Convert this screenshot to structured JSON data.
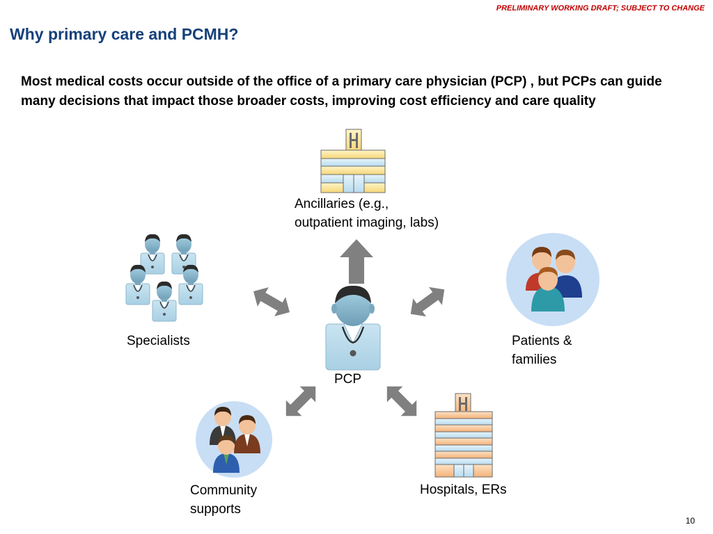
{
  "header": {
    "draft_notice": "PRELIMINARY WORKING DRAFT; SUBJECT TO CHANGE",
    "title": "Why primary care and PCMH?"
  },
  "subtitle": "Most medical costs occur outside of the office of a primary care physician (PCP) , but PCPs can guide many decisions that impact those broader costs, improving cost efficiency and care quality",
  "diagram": {
    "center": {
      "label": "PCP",
      "icon": "doctor-icon"
    },
    "nodes": [
      {
        "id": "ancillaries",
        "label_line1": "Ancillaries (e.g.,",
        "label_line2": "outpatient imaging, labs)",
        "icon": "building-icon"
      },
      {
        "id": "specialists",
        "label": "Specialists",
        "icon": "specialists-group-icon"
      },
      {
        "id": "patients",
        "label_line1": "Patients &",
        "label_line2": "families",
        "icon": "patients-family-icon"
      },
      {
        "id": "community",
        "label_line1": "Community",
        "label_line2": "supports",
        "icon": "community-group-icon"
      },
      {
        "id": "hospitals",
        "label": "Hospitals, ERs",
        "icon": "hospital-icon"
      }
    ],
    "colors": {
      "arrow": "#808080",
      "title": "#16407a",
      "draft": "#c00000",
      "circle": "#c8def5"
    }
  },
  "footer": {
    "page_number": "10"
  }
}
